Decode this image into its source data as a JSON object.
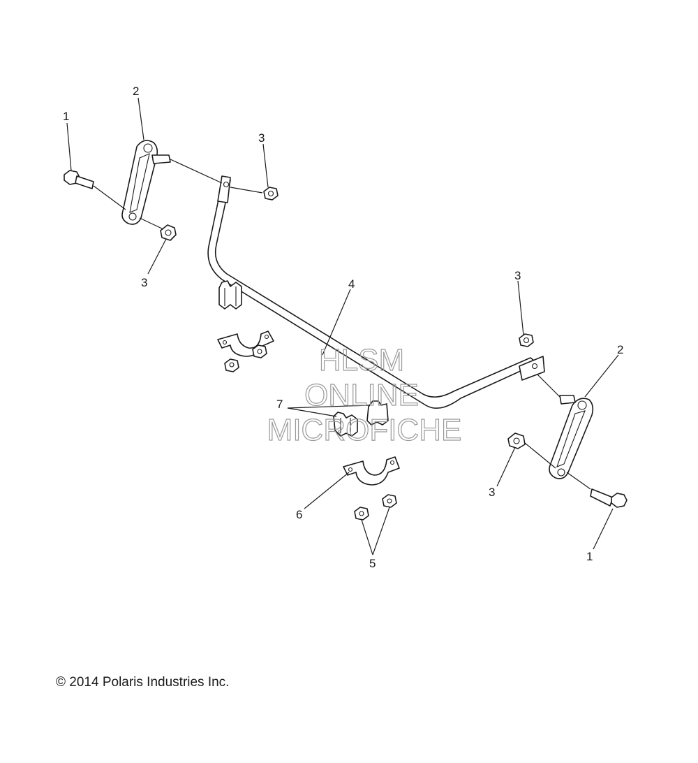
{
  "diagram": {
    "callouts": {
      "c1_left": "1",
      "c2_left": "2",
      "c3_top": "3",
      "c3_left": "3",
      "c4": "4",
      "c3_right_top": "3",
      "c2_right": "2",
      "c7": "7",
      "c3_right_bottom": "3",
      "c6": "6",
      "c1_right": "1",
      "c5": "5"
    },
    "watermark": {
      "line1": "HLSM",
      "line2": "ONLINE",
      "line3": "MICROFICHE"
    },
    "copyright": "© 2014 Polaris Industries Inc."
  }
}
